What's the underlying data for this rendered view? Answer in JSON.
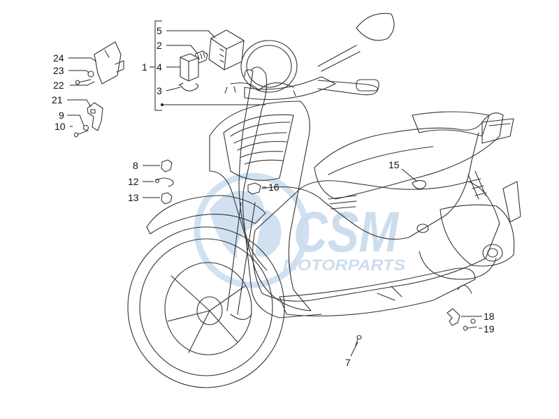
{
  "watermark": {
    "brand": "CSM",
    "tagline": "MOTORPARTS",
    "color": "#c9dcef"
  },
  "labels": {
    "p1": "1",
    "p2": "2",
    "p3": "3",
    "p4": "4",
    "p5": "5",
    "p7": "7",
    "p8": "8",
    "p9": "9",
    "p10": "10",
    "p12": "12",
    "p13": "13",
    "p15": "15",
    "p16": "16",
    "p18": "18",
    "p19": "19",
    "p21": "21",
    "p22": "22",
    "p23": "23",
    "p24": "24"
  },
  "colors": {
    "line": "#222222",
    "background": "#ffffff"
  }
}
